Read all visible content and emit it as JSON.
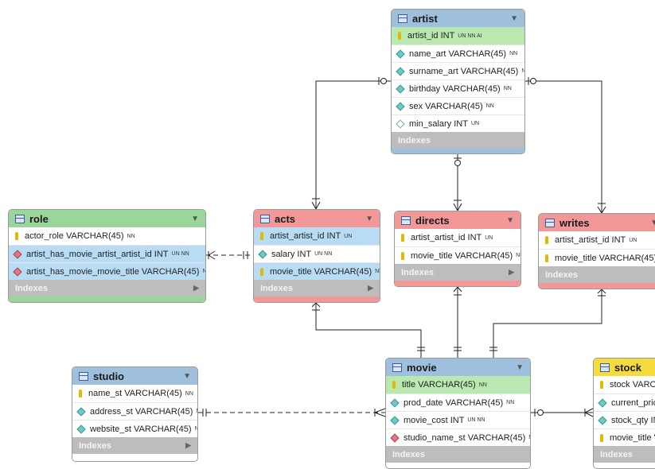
{
  "colors": {
    "line": "#222222",
    "header_green": "#9ad59a",
    "header_red": "#f29898",
    "header_blue": "#9fc0dc",
    "header_yellow": "#f6db3f",
    "indexes_bar": "#bdbdbd"
  },
  "indexes_label": "Indexes",
  "tables": {
    "artist": {
      "name": "artist",
      "columns": [
        {
          "label": "artist_id INT",
          "flags": "UN NN AI"
        },
        {
          "label": "name_art VARCHAR(45)",
          "flags": "NN"
        },
        {
          "label": "surname_art VARCHAR(45)",
          "flags": "NN"
        },
        {
          "label": "birthday VARCHAR(45)",
          "flags": "NN"
        },
        {
          "label": "sex VARCHAR(45)",
          "flags": "NN"
        },
        {
          "label": "min_salary INT",
          "flags": "UN"
        }
      ]
    },
    "role": {
      "name": "role",
      "columns": [
        {
          "label": "actor_role VARCHAR(45)",
          "flags": "NN"
        },
        {
          "label": "artist_has_movie_artist_artist_id INT",
          "flags": "UN NN"
        },
        {
          "label": "artist_has_movie_movie_title VARCHAR(45)",
          "flags": "NN"
        }
      ]
    },
    "acts": {
      "name": "acts",
      "columns": [
        {
          "label": "artist_artist_id INT",
          "flags": "UN"
        },
        {
          "label": "salary INT",
          "flags": "UN NN"
        },
        {
          "label": "movie_title VARCHAR(45)",
          "flags": "NN"
        }
      ]
    },
    "directs": {
      "name": "directs",
      "columns": [
        {
          "label": "artist_artist_id INT",
          "flags": "UN"
        },
        {
          "label": "movie_title VARCHAR(45)",
          "flags": "NN"
        }
      ]
    },
    "writes": {
      "name": "writes",
      "columns": [
        {
          "label": "artist_artist_id INT",
          "flags": "UN"
        },
        {
          "label": "movie_title VARCHAR(45)",
          "flags": "N"
        }
      ]
    },
    "studio": {
      "name": "studio",
      "columns": [
        {
          "label": "name_st VARCHAR(45)",
          "flags": "NN"
        },
        {
          "label": "address_st VARCHAR(45)",
          "flags": "NN"
        },
        {
          "label": "website_st VARCHAR(45)",
          "flags": "NN"
        }
      ]
    },
    "movie": {
      "name": "movie",
      "columns": [
        {
          "label": "title VARCHAR(45)",
          "flags": "NN"
        },
        {
          "label": "prod_date VARCHAR(45)",
          "flags": "NN"
        },
        {
          "label": "movie_cost INT",
          "flags": "UN NN"
        },
        {
          "label": "studio_name_st VARCHAR(45)",
          "flags": "NN"
        }
      ]
    },
    "stock": {
      "name": "stock",
      "columns": [
        {
          "label": "stock VARCH",
          "flags": ""
        },
        {
          "label": "current_price",
          "flags": ""
        },
        {
          "label": "stock_qty INT",
          "flags": ""
        },
        {
          "label": "movie_title V",
          "flags": ""
        }
      ]
    }
  }
}
